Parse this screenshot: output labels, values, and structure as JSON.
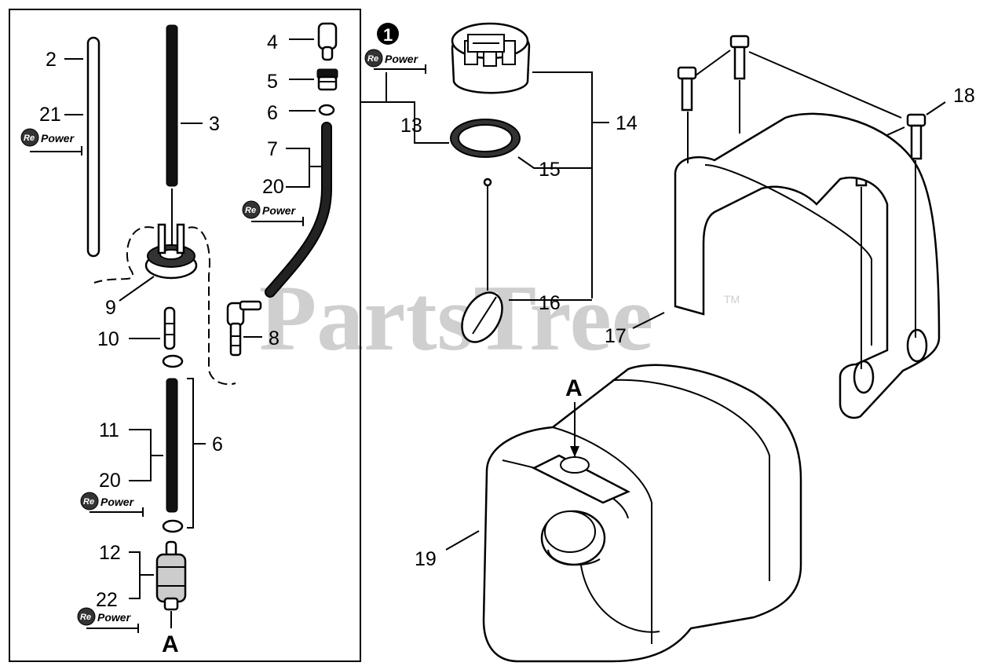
{
  "watermark": {
    "text": "PartsTree",
    "tm": "TM"
  },
  "repower": {
    "prefix": "Re",
    "word": "Power"
  },
  "note": {
    "number": "1"
  },
  "callouts": {
    "c2": "2",
    "c21": "21",
    "c3": "3",
    "c4": "4",
    "c5": "5",
    "c6a": "6",
    "c7": "7",
    "c20a": "20",
    "c8": "8",
    "c9": "9",
    "c10": "10",
    "c11": "11",
    "c20b": "20",
    "c6b": "6",
    "c12": "12",
    "c22": "22",
    "c13": "13",
    "c14": "14",
    "c15": "15",
    "c16": "16",
    "c17": "17",
    "c18": "18",
    "c19": "19",
    "cA1": "A",
    "cA2": "A"
  }
}
